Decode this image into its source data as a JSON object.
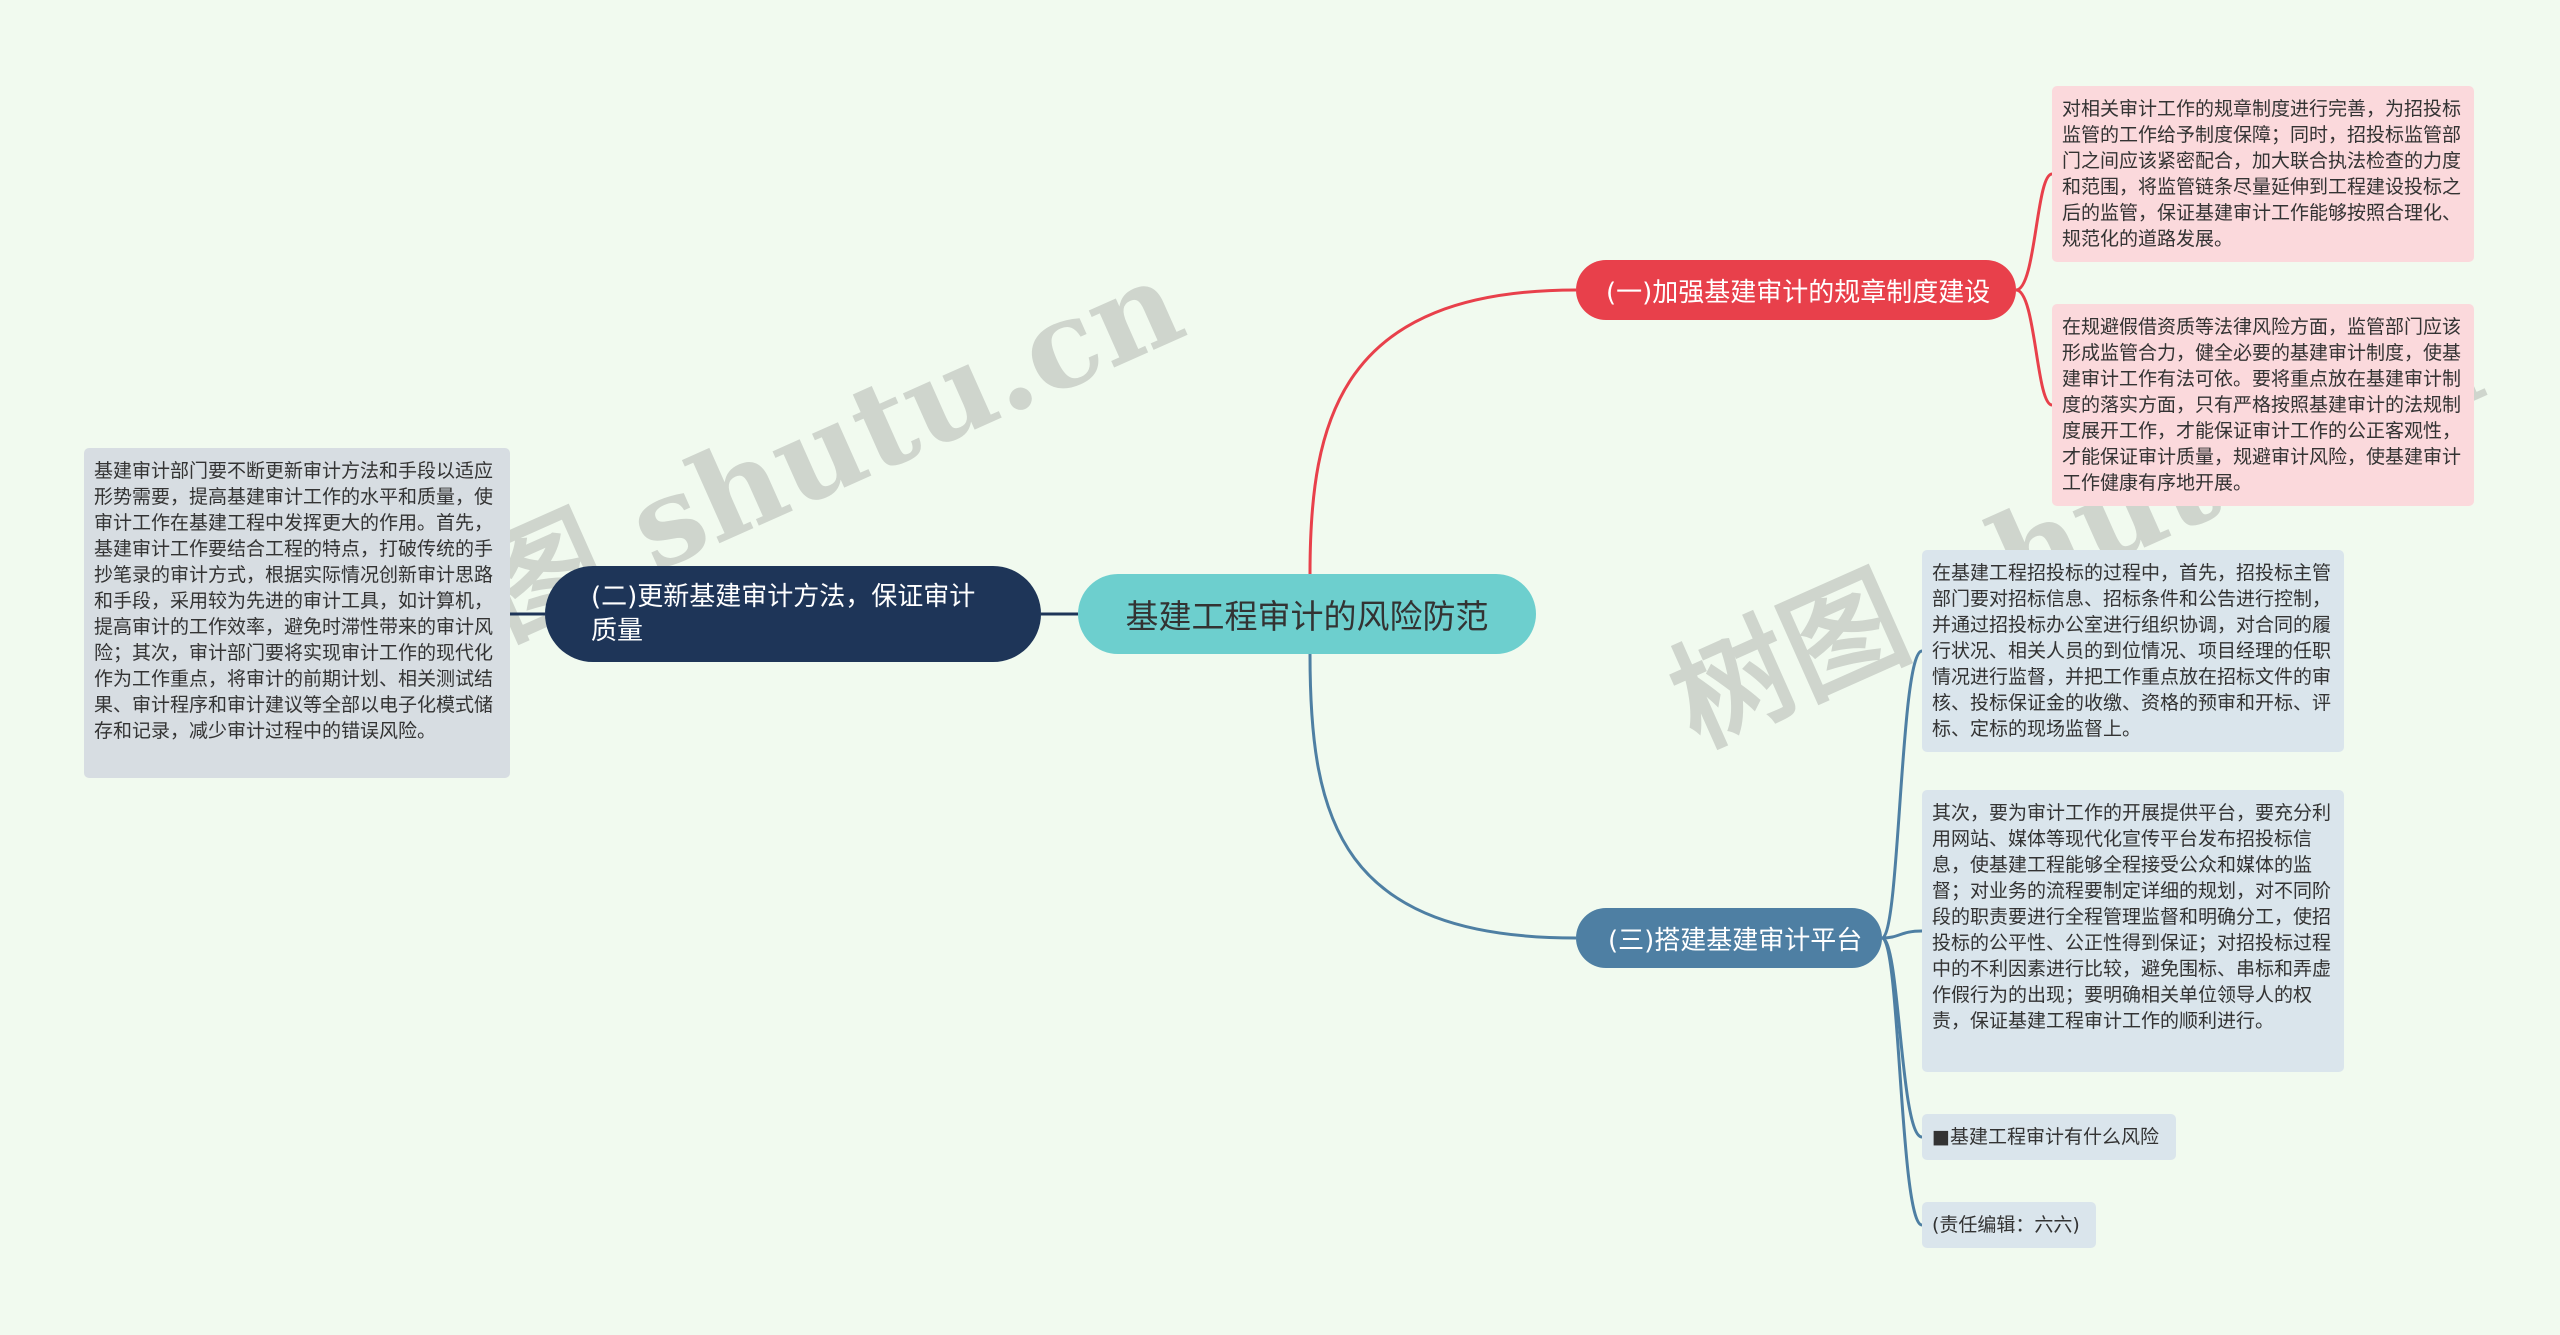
{
  "root": "基建工程审计的风险防范",
  "branches": [
    {
      "label": "(一)加强基建审计的规章制度建设",
      "color": "#e8404b",
      "leaves": [
        "对相关审计工作的规章制度进行完善，为招投标监管的工作给予制度保障；同时，招投标监管部门之间应该紧密配合，加大联合执法检查的力度和范围，将监管链条尽量延伸到工程建设投标之后的监管，保证基建审计工作能够按照合理化、规范化的道路发展。",
        "在规避假借资质等法律风险方面，监管部门应该形成监管合力，健全必要的基建审计制度，使基建审计工作有法可依。要将重点放在基建审计制度的落实方面，只有严格按照基建审计的法规制度展开工作，才能保证审计工作的公正客观性，才能保证审计质量，规避审计风险，使基建审计工作健康有序地开展。"
      ]
    },
    {
      "label": "(二)更新基建审计方法，保证审计质量",
      "color": "#1e3558",
      "leaves": [
        "基建审计部门要不断更新审计方法和手段以适应形势需要，提高基建审计工作的水平和质量，使审计工作在基建工程中发挥更大的作用。首先，基建审计工作要结合工程的特点，打破传统的手抄笔录的审计方式，根据实际情况创新审计思路和手段，采用较为先进的审计工具，如计算机，提高审计的工作效率，避免时滞性带来的审计风险；其次，审计部门要将实现审计工作的现代化作为工作重点，将审计的前期计划、相关测试结果、审计程序和审计建议等全部以电子化模式储存和记录，减少审计过程中的错误风险。"
      ]
    },
    {
      "label": "(三)搭建基建审计平台",
      "color": "#4e7fa3",
      "leaves": [
        "在基建工程招投标的过程中，首先，招投标主管部门要对招标信息、招标条件和公告进行控制，并通过招投标办公室进行组织协调，对合同的履行状况、相关人员的到位情况、项目经理的任职情况进行监督，并把工作重点放在招标文件的审核、投标保证金的收缴、资格的预审和开标、评标、定标的现场监督上。",
        "其次，要为审计工作的开展提供平台，要充分利用网站、媒体等现代化宣传平台发布招投标信息，使基建工程能够全程接受公众和媒体的监督；对业务的流程要制定详细的规划，对不同阶段的职责要进行全程管理监督和明确分工，使招投标的公平性、公正性得到保证；对招投标过程中的不利因素进行比较，避免围标、串标和弄虚作假行为的出现；要明确相关单位领导人的权责，保证基建工程审计工作的顺利进行。",
        "■基建工程审计有什么风险",
        "(责任编辑：六六)"
      ]
    }
  ],
  "watermarks": [
    "树图 shutu.cn",
    "树图 shutu.cn"
  ]
}
